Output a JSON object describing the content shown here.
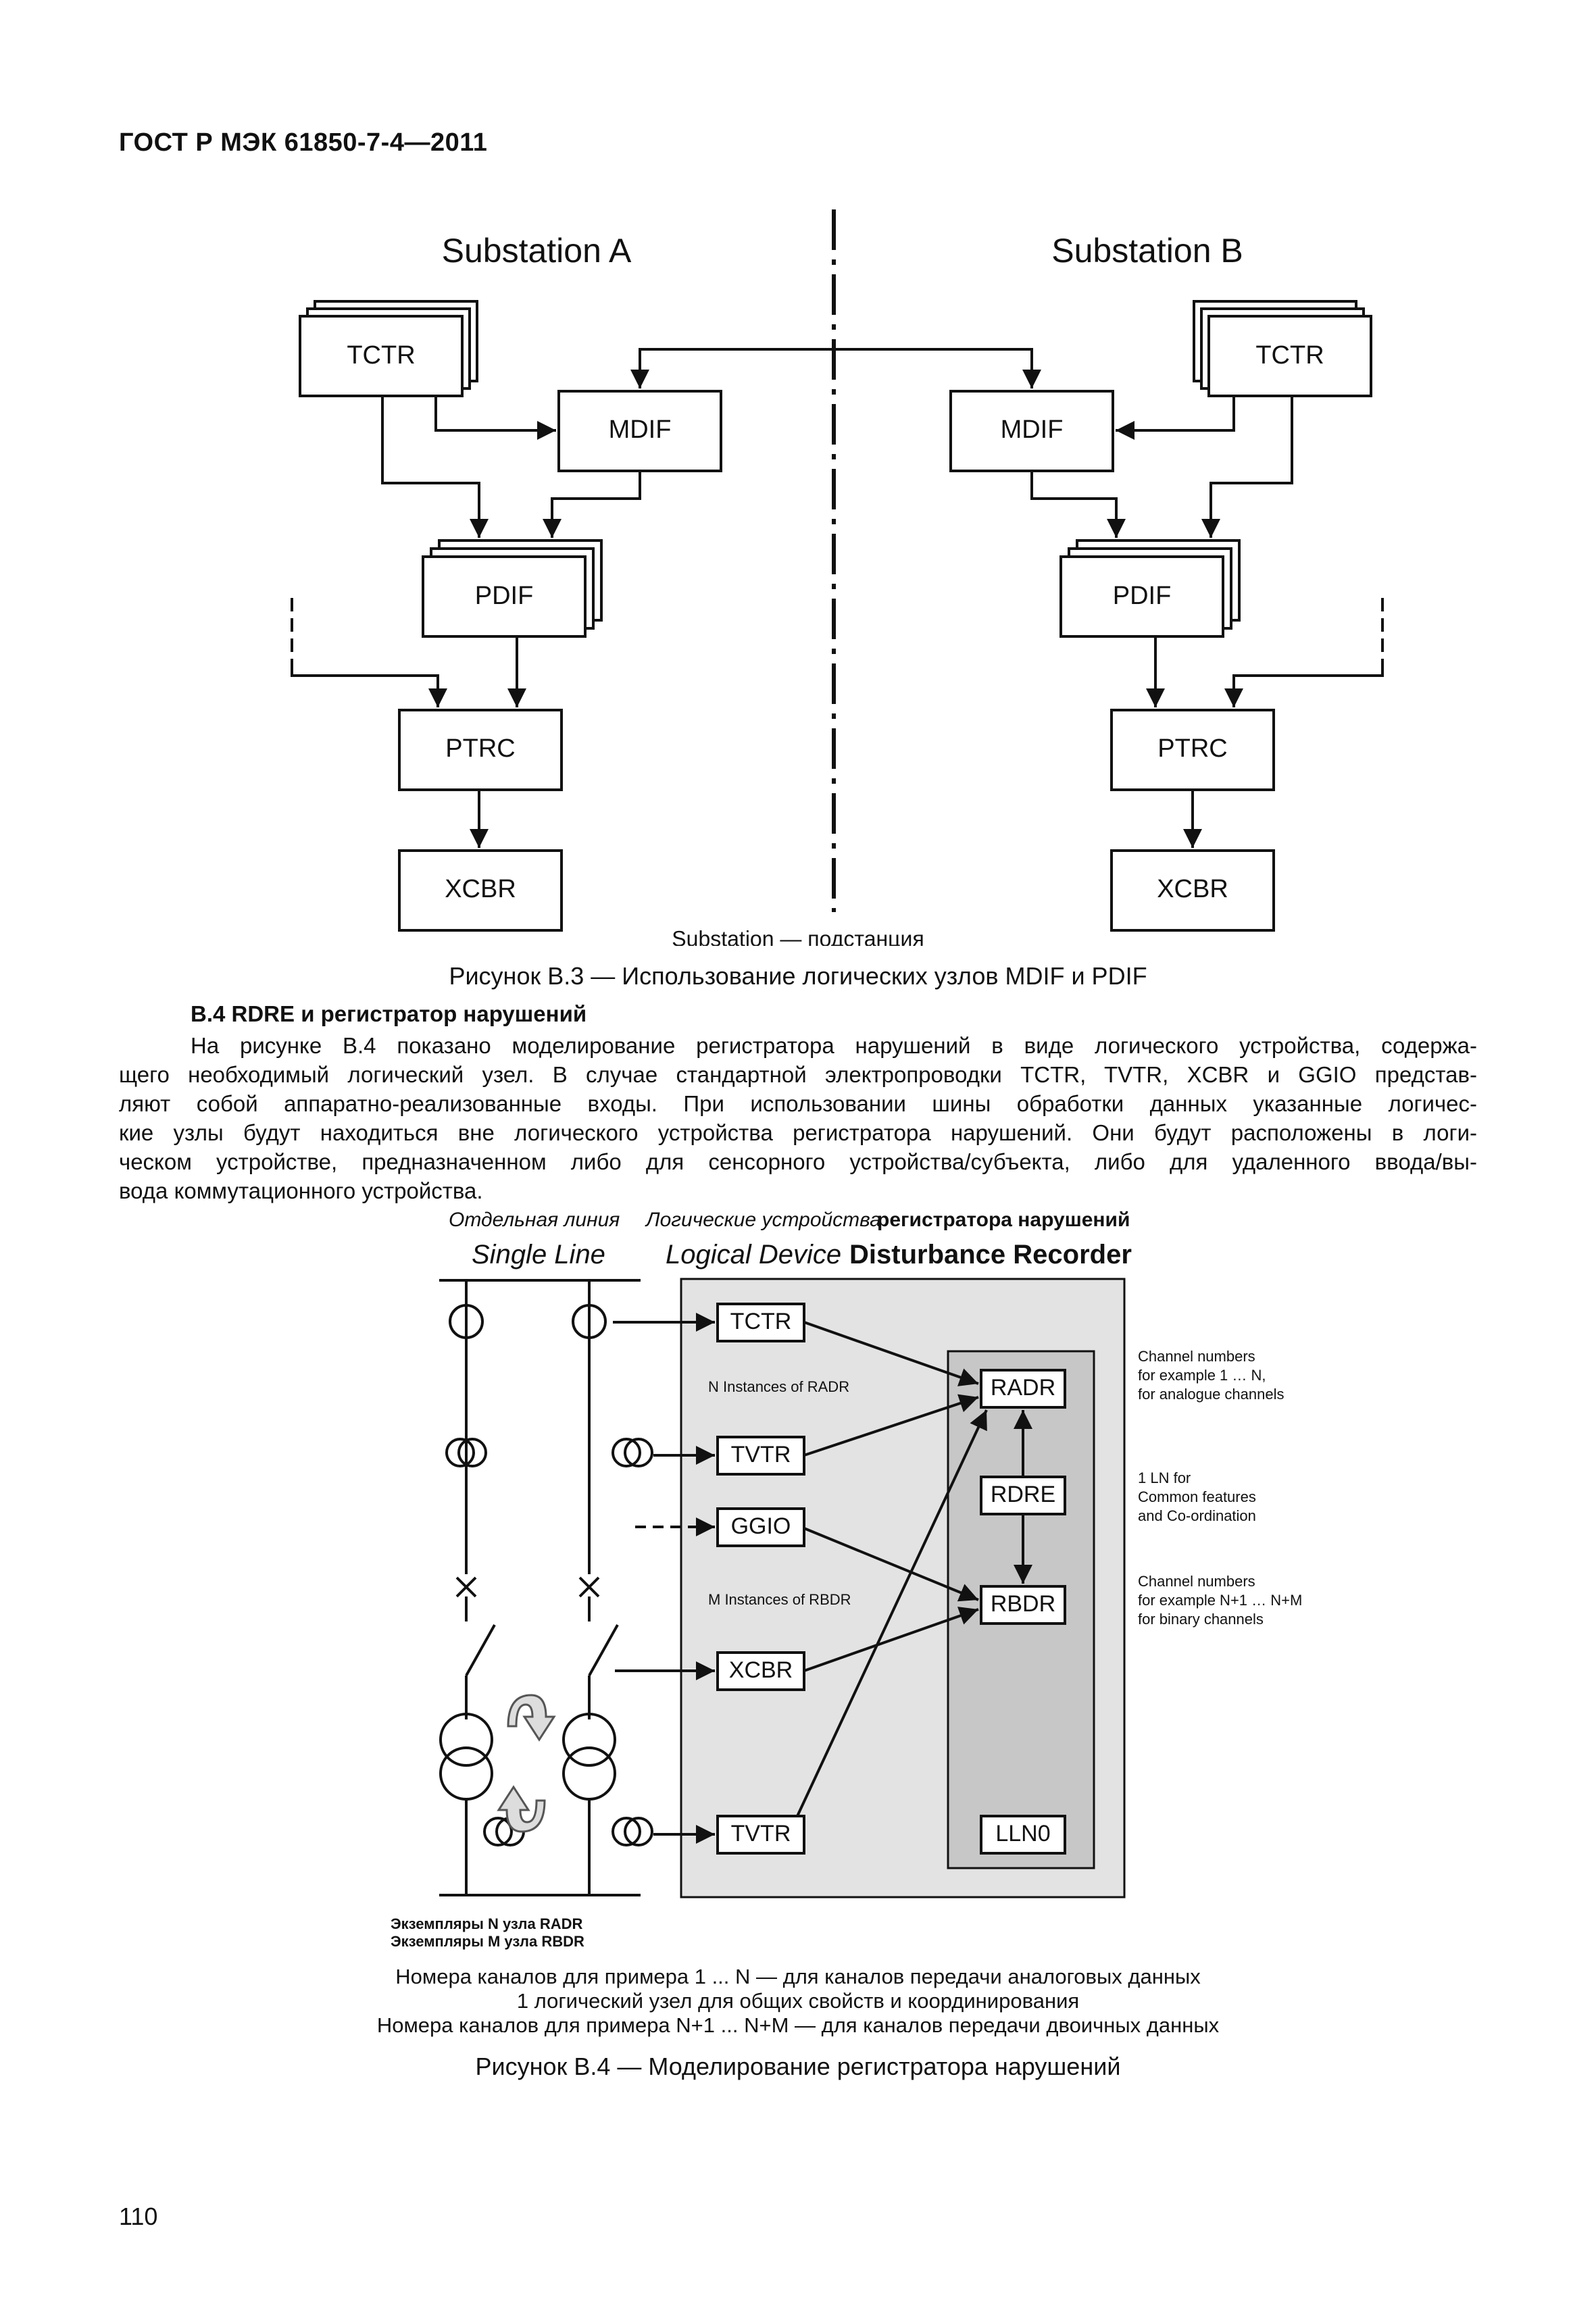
{
  "header": {
    "standard": "ГОСТ Р МЭК 61850-7-4—2011"
  },
  "figure_b3": {
    "substation_a": "Substation A",
    "substation_b": "Substation B",
    "nodes": {
      "tctr": "TCTR",
      "mdif": "MDIF",
      "pdif": "PDIF",
      "ptrc": "PTRC",
      "xcbr": "XCBR"
    },
    "note": "Substation — подстанция",
    "caption": "Рисунок В.3 — Использование логических узлов MDIF и PDIF"
  },
  "section": {
    "title": "В.4 RDRE и регистратор нарушений",
    "lines": [
      "На рисунке В.4 показано моделирование регистратора нарушений в виде логического устройства, содержа-",
      "щего необходимый логический узел. В случае стандартной электропроводки TCTR, TVTR, XCBR и GGIO представ-",
      "ляют собой аппаратно-реализованные входы. При использовании шины обработки данных указанные логичес-",
      "кие узлы будут находиться вне логического устройства регистратора нарушений. Они будут расположены в логи-",
      "ческом устройстве, предназначенном либо для сенсорного устройства/субъекта, либо для удаленного ввода/вы-",
      "вода коммутационного устройства."
    ]
  },
  "figure_b4": {
    "label_single_line_ru": "Отдельная линия",
    "label_logical_device_ru_italic": "Логические устройства",
    "label_logical_device_ru_bold": "регистратора нарушений",
    "single_line": "Single Line",
    "logical_device_italic": "Logical Device",
    "logical_device_bold": "Disturbance Recorder",
    "nodes": {
      "tctr": "TCTR",
      "tvtr1": "TVTR",
      "ggio": "GGIO",
      "xcbr": "XCBR",
      "tvtr2": "TVTR",
      "radr": "RADR",
      "rdre": "RDRE",
      "rbdr": "RBDR",
      "lln0": "LLN0"
    },
    "n_instances": "N Instances of RADR",
    "m_instances": "M Instances of RBDR",
    "note_analogue": [
      "Channel numbers",
      "for example 1 … N,",
      "for analogue channels"
    ],
    "note_ln": [
      "1 LN for",
      "Common features",
      "and Co-ordination"
    ],
    "note_binary": [
      "Channel numbers",
      "for example N+1 … N+M",
      "for binary channels"
    ],
    "bottom_ru_1": "Экземпляры N узла RADR",
    "bottom_ru_2": "Экземпляры M узла RBDR",
    "legend": [
      "Номера каналов для примера 1 ... N — для каналов передачи аналоговых данных",
      "1 логический узел для общих свойств и координирования",
      "Номера каналов для примера N+1 ... N+M — для каналов передачи двоичных данных"
    ],
    "caption": "Рисунок В.4 — Моделирование регистратора нарушений"
  },
  "page_number": "110"
}
